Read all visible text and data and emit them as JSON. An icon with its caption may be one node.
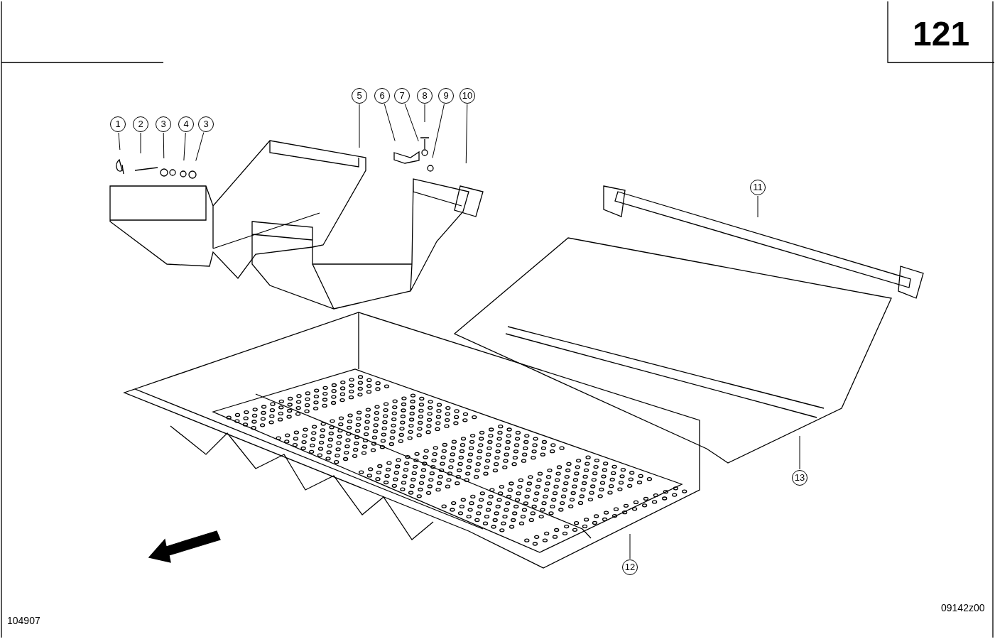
{
  "diagram": {
    "nodes": [
      {
        "text": [
          "1"
        ]
      },
      {
        "text": [
          "2"
        ]
      },
      {
        "text": [
          "3"
        ]
      },
      {
        "text": [
          "4"
        ]
      },
      {
        "text": [
          "3"
        ]
      },
      {
        "text": [
          "5"
        ]
      },
      {
        "text": [
          "6"
        ]
      },
      {
        "text": [
          "7"
        ]
      },
      {
        "text": [
          "8"
        ]
      },
      {
        "text": [
          "9"
        ]
      },
      {
        "text": [
          "10"
        ]
      },
      {
        "text": [
          "11"
        ]
      },
      {
        "text": [
          "13"
        ]
      },
      {
        "text": [
          "12"
        ]
      }
    ],
    "edges": [
      {
        "from": 0,
        "to": null,
        "arrow": "none"
      },
      {
        "from": 1,
        "to": null,
        "arrow": "none"
      },
      {
        "from": 2,
        "to": null,
        "arrow": "none"
      },
      {
        "from": 3,
        "to": null,
        "arrow": "none"
      },
      {
        "from": 4,
        "to": null,
        "arrow": "none"
      },
      {
        "from": 5,
        "to": null,
        "arrow": "none"
      },
      {
        "from": 6,
        "to": null,
        "arrow": "none"
      },
      {
        "from": 7,
        "to": null,
        "arrow": "none"
      },
      {
        "from": 8,
        "to": null,
        "arrow": "none"
      },
      {
        "from": 9,
        "to": null,
        "arrow": "none"
      },
      {
        "from": 10,
        "to": null,
        "arrow": "none"
      },
      {
        "from": 11,
        "to": null,
        "arrow": "none"
      },
      {
        "from": 12,
        "to": null,
        "arrow": "none"
      },
      {
        "from": 13,
        "to": null,
        "arrow": "none"
      }
    ],
    "labels": [
      "121",
      "104907",
      "09142z00"
    ]
  }
}
